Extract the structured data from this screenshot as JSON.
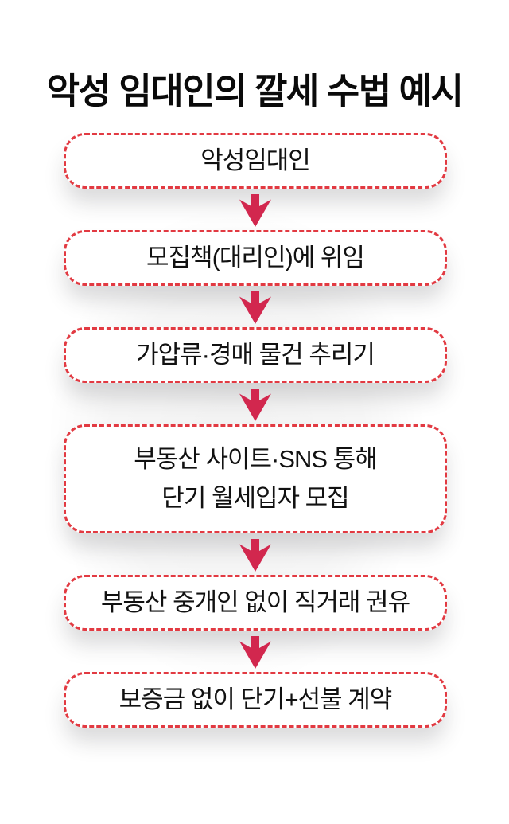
{
  "title": "악성 임대인의 깔세 수법 예시",
  "colors": {
    "dash_red": "#e23a42",
    "arrow_red": "#d2274e",
    "text_black": "#111111"
  },
  "flow": {
    "steps": [
      {
        "label": "악성임대인"
      },
      {
        "label": "모집책(대리인)에 위임"
      },
      {
        "label": "가압류·경매 물건 추리기"
      },
      {
        "label": "부동산 사이트·SNS 통해\n단기 월세입자 모집"
      },
      {
        "label": "부동산 중개인 없이 직거래 권유"
      },
      {
        "label": "보증금 없이 단기+선불 계약"
      }
    ]
  }
}
